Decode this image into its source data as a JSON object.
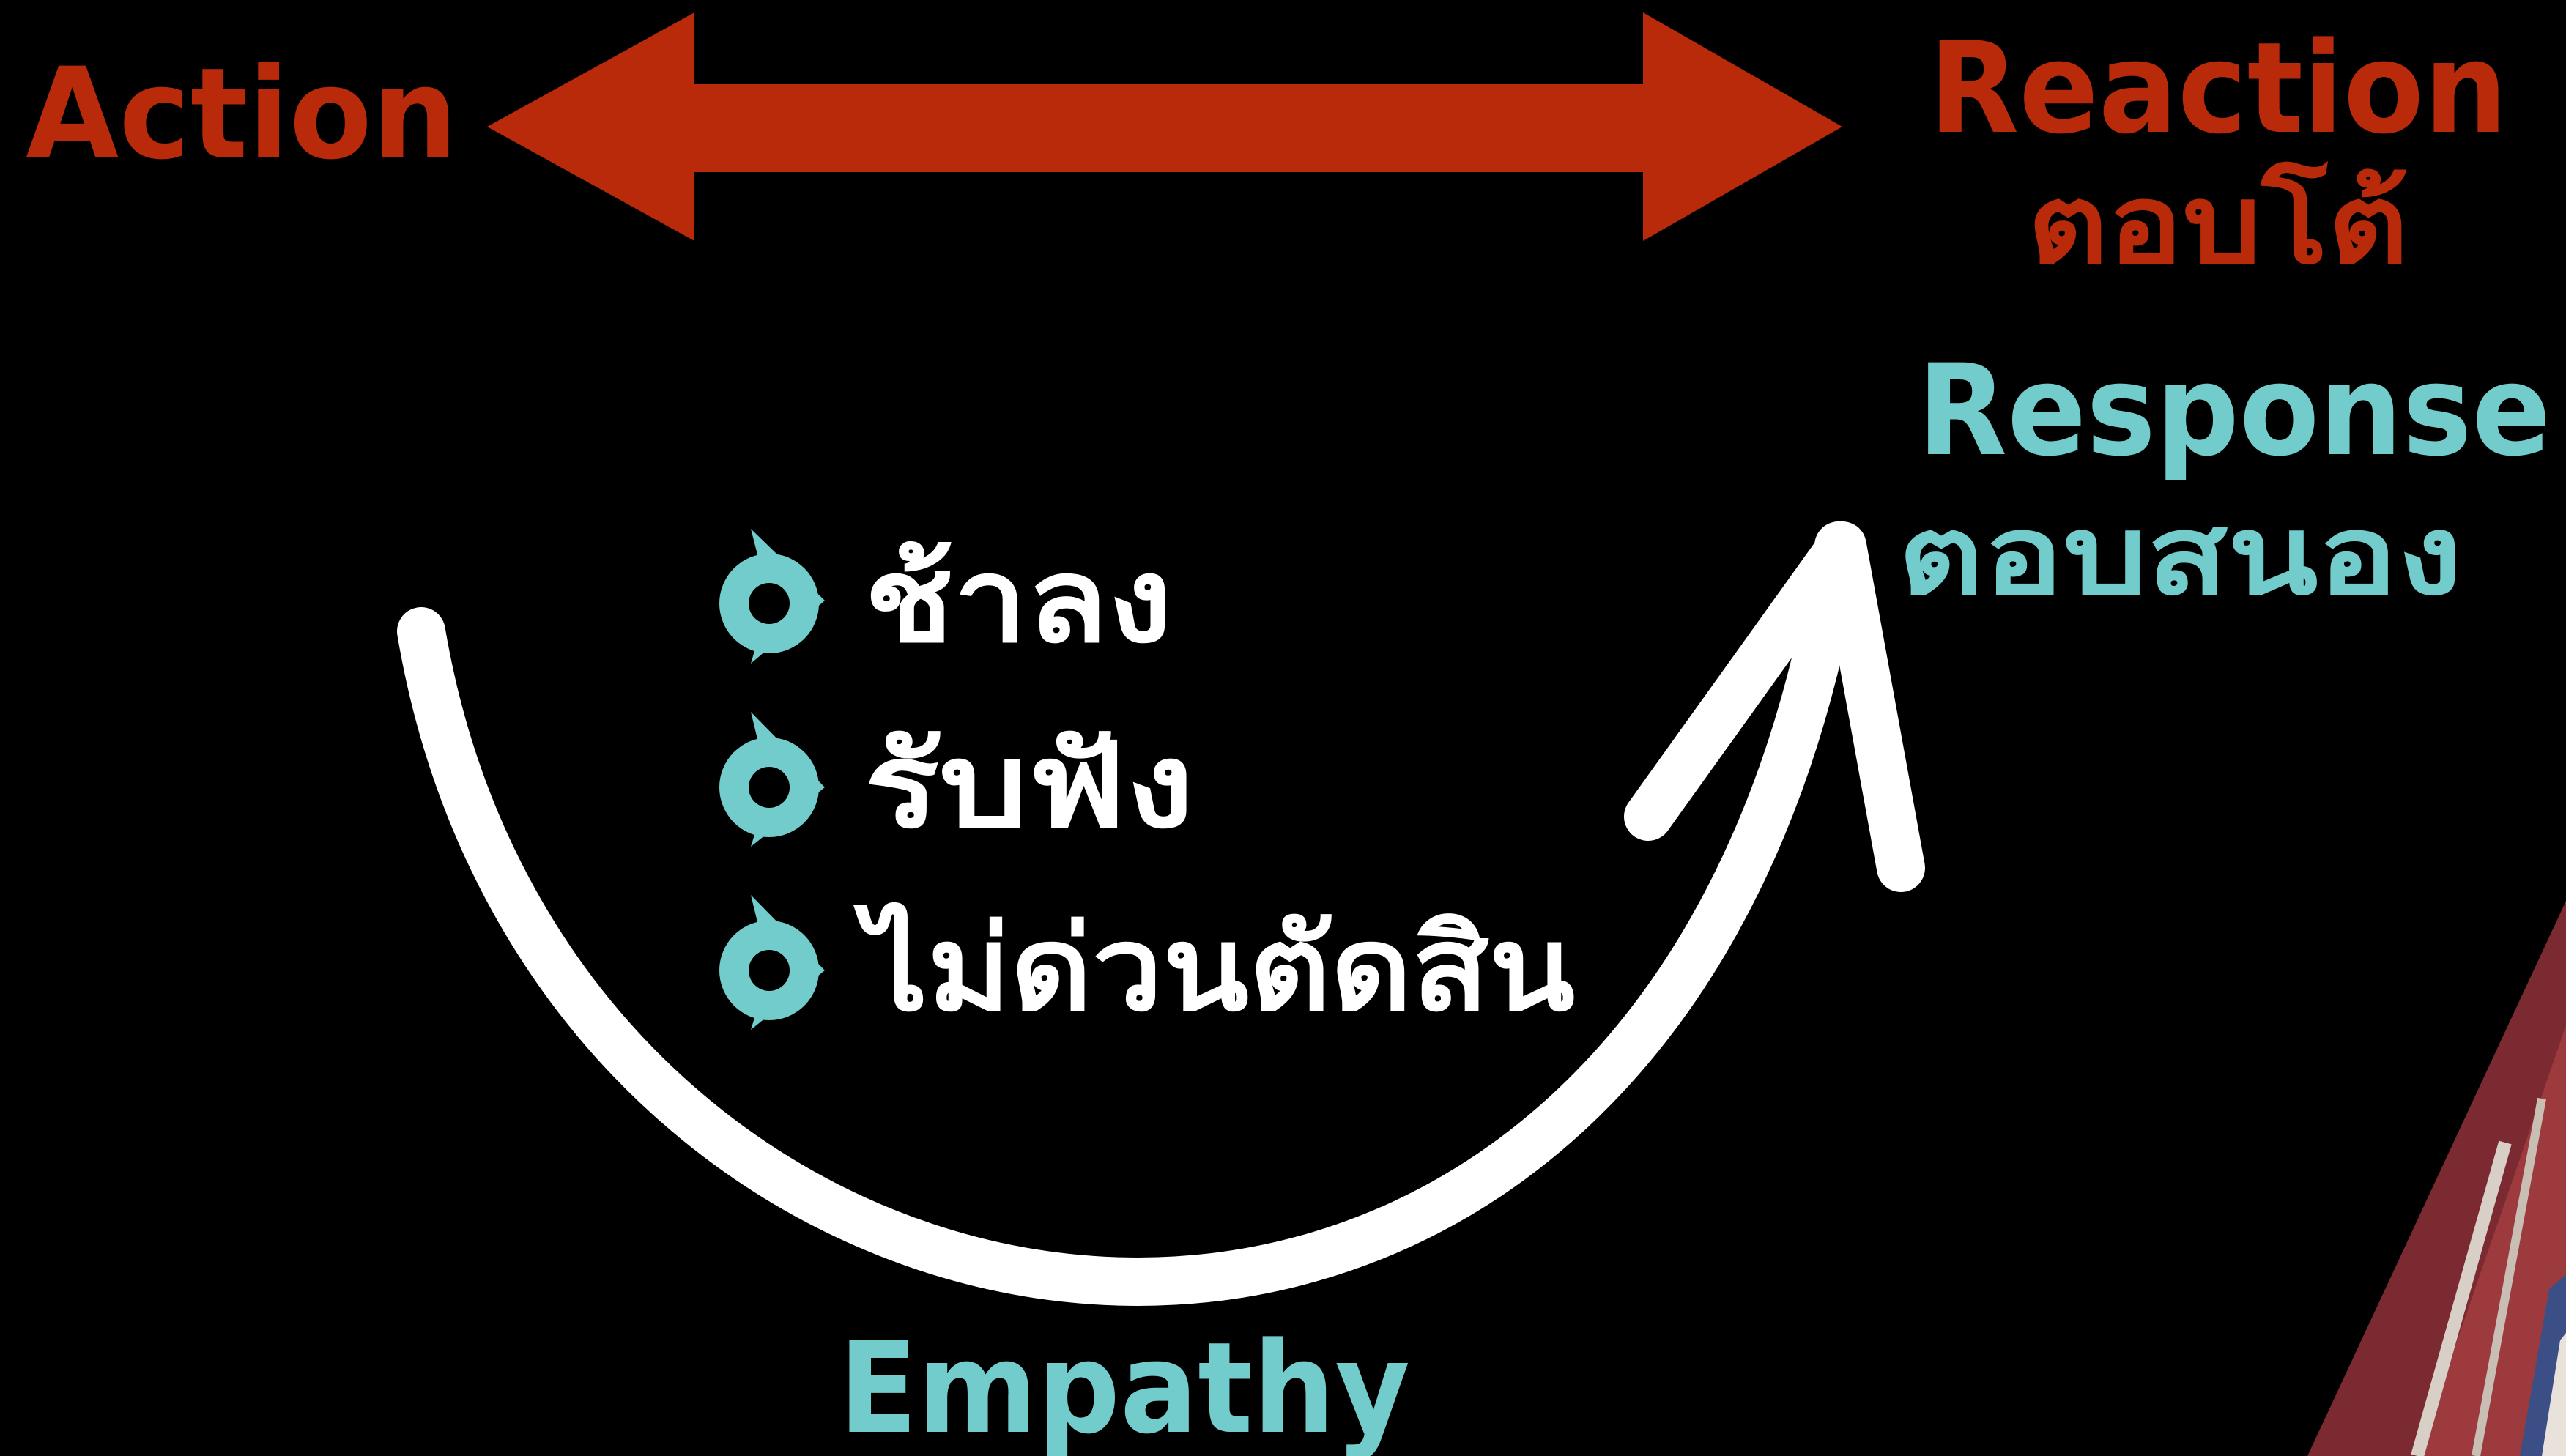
{
  "labels": {
    "action": "Action",
    "reaction": "Reaction",
    "reaction_thai": "ตอบโต้",
    "response": "Response",
    "response_thai": "ตอบสนอง",
    "empathy": "Empathy"
  },
  "bullets": [
    {
      "text": "ช้าลง"
    },
    {
      "text": "รับฟัง"
    },
    {
      "text": "ไม่ด่วนตัดสิน"
    }
  ],
  "colors": {
    "background": "#000000",
    "reaction_red": "#b82a0a",
    "response_teal": "#72cccb",
    "curve_white": "#ffffff"
  },
  "icons": {
    "bullet": "teal-arrow-bullet-icon",
    "double_arrow": "double-headed-arrow",
    "curved_arrow": "curved-up-arrow"
  }
}
